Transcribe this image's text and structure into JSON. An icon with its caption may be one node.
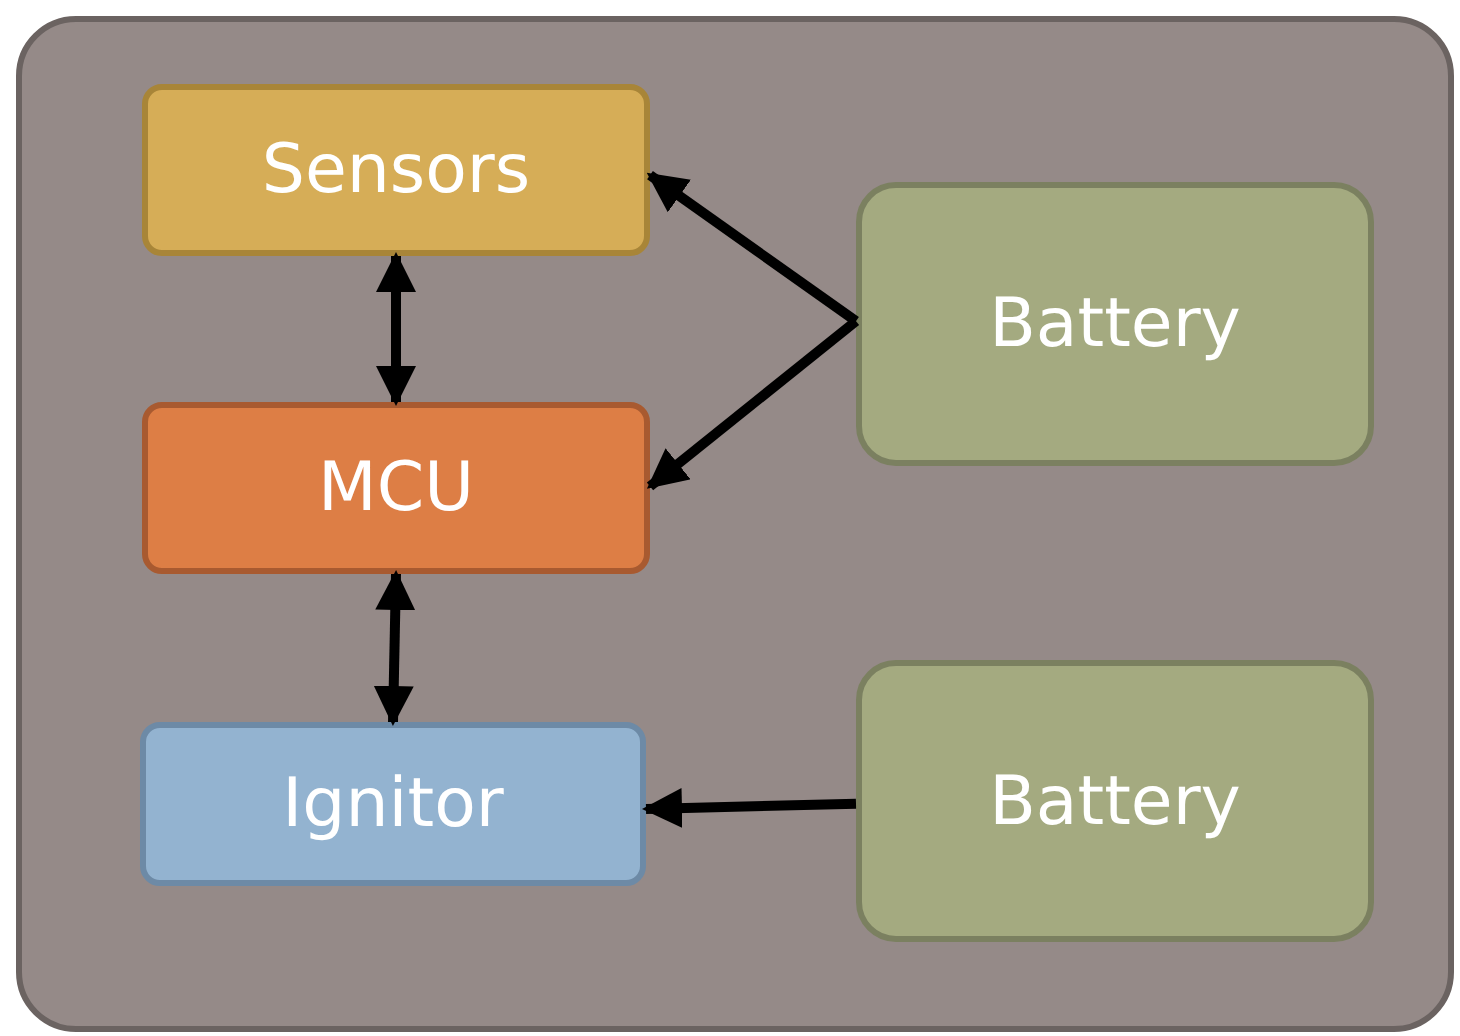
{
  "diagram": {
    "nodes": [
      {
        "text": [],
        "shape": "box"
      },
      {
        "text": [
          "Sensors"
        ],
        "in": 0
      },
      {
        "text": [
          "MCU"
        ],
        "in": 0
      },
      {
        "text": [
          "Ignitor"
        ],
        "in": 0
      },
      {
        "text": [
          "Battery"
        ],
        "in": 0
      },
      {
        "text": [
          "Battery"
        ],
        "in": 0
      }
    ],
    "edges": [
      {
        "from": 1,
        "to": 2,
        "arrow": "both"
      },
      {
        "from": 2,
        "to": 3,
        "arrow": "both"
      },
      {
        "from": 4,
        "to": 1,
        "arrow": "to"
      },
      {
        "from": 4,
        "to": 2,
        "arrow": "to"
      },
      {
        "from": 5,
        "to": 3,
        "arrow": "to"
      }
    ]
  }
}
